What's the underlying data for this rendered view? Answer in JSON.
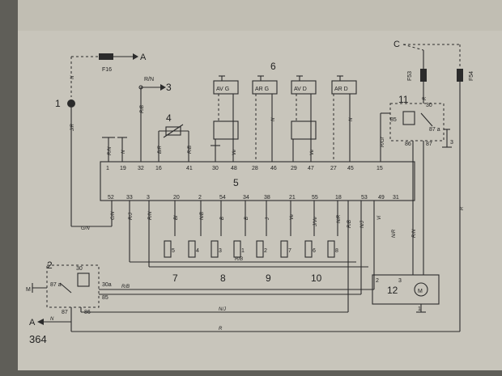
{
  "page_number": "364",
  "callouts": [
    "1",
    "2",
    "3",
    "4",
    "5",
    "6",
    "7",
    "8",
    "9",
    "10",
    "11",
    "12"
  ],
  "letters": {
    "a1": "A",
    "a2": "A",
    "c": "C"
  },
  "fuses": {
    "f16": "F16",
    "f53": "F53",
    "f54": "F54"
  },
  "injectors": [
    "AV G",
    "AR G",
    "AV D",
    "AR D"
  ],
  "ecu_top_pins": [
    "1",
    "19",
    "32",
    "16",
    "41",
    "30",
    "48",
    "28",
    "46",
    "29",
    "47",
    "27",
    "45",
    "15"
  ],
  "ecu_bottom_pins": [
    "52",
    "33",
    "3",
    "20",
    "2",
    "54",
    "34",
    "38",
    "21",
    "55",
    "18",
    "53",
    "49",
    "31"
  ],
  "coil_numbers": [
    "5",
    "4",
    "3",
    "1",
    "2",
    "7",
    "6",
    "8"
  ],
  "relay2": {
    "p30": "30",
    "p87a": "87 a",
    "p30a": "30a",
    "p85": "85",
    "p87": "87",
    "p86": "86",
    "m": "M"
  },
  "relay11": {
    "p30": "30",
    "p85": "85",
    "p87a": "87 a",
    "p86": "86",
    "p87": "87",
    "n3": "3"
  },
  "motor": {
    "symbol": "M",
    "p2": "2",
    "p3": "3",
    "p1": "1"
  },
  "wire_labels": {
    "n_top": "N",
    "jr": "J/R",
    "r_n": "R/N",
    "r_b": "R/B",
    "b_r": "B/R",
    "c_n": "C/N",
    "g_n": "G/N",
    "n_b": "N/B",
    "bl": "Bl",
    "b": "B",
    "j": "J",
    "ve": "Ve",
    "j_ve": "J/Ve",
    "n_r": "N/R",
    "r_b2": "R/B",
    "n_j": "N/J",
    "vi": "Vi",
    "r_gr": "R/Gr",
    "r": "R",
    "nj": "N/J",
    "r_b3": "R/B",
    "n_r2": "N/R",
    "r_b4": "R/B",
    "r_j": "R/J",
    "r_n2": "R/N",
    "v": "Ve",
    "n_s": "N",
    "n_2": "N"
  }
}
